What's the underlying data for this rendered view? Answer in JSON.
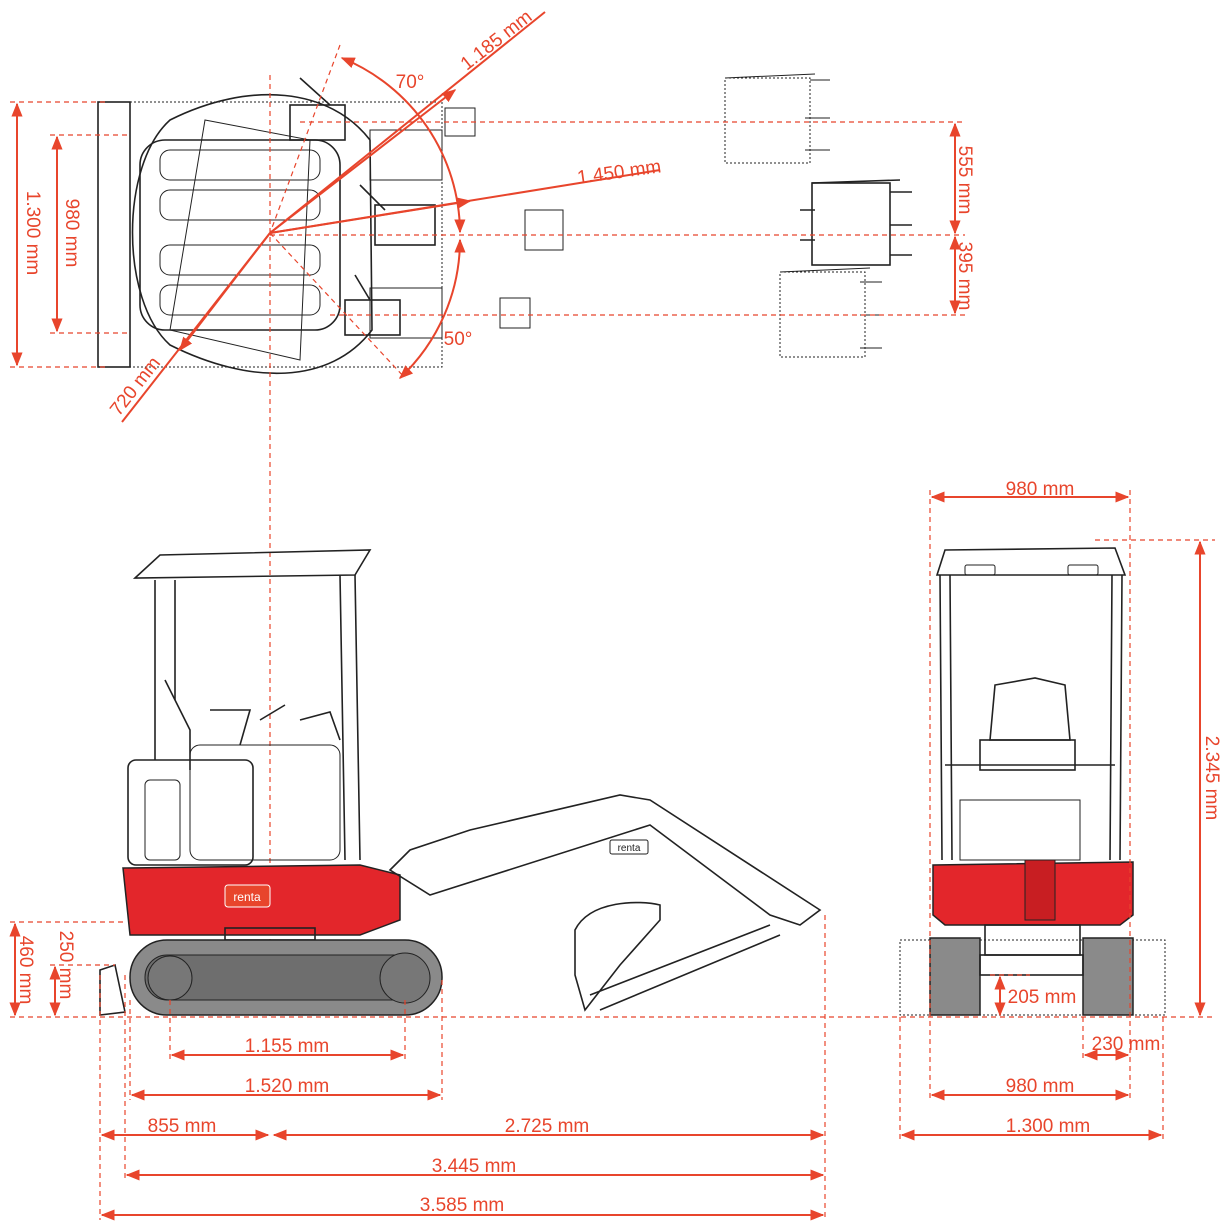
{
  "colors": {
    "dimension": "#e8452c",
    "machine_red": "#e3262b",
    "track_grey": "#8a8a8a"
  },
  "top_view": {
    "reach_long": "1.185 mm",
    "swing_left_angle": "70°",
    "reach_center": "1.450 mm",
    "swing_right_angle": "50°",
    "tail_radius": "720 mm",
    "overall_width": "1.300 mm",
    "track_width": "980 mm",
    "offset_left": "555 mm",
    "offset_right": "395 mm"
  },
  "side_view": {
    "logo_body": "renta",
    "logo_boom": "renta",
    "blade_height": "460 mm",
    "blade_lift": "250 mm",
    "tumbler_distance": "1.155 mm",
    "track_length": "1.520 mm",
    "rear_to_center": "855 mm",
    "center_to_front": "2.725 mm",
    "length_without_blade": "3.445 mm",
    "overall_length": "3.585 mm"
  },
  "front_view": {
    "cab_width": "980 mm",
    "overall_height": "2.345 mm",
    "ground_clearance": "205 mm",
    "shoe_width": "230 mm",
    "track_width": "980 mm",
    "blade_width": "1.300 mm"
  }
}
